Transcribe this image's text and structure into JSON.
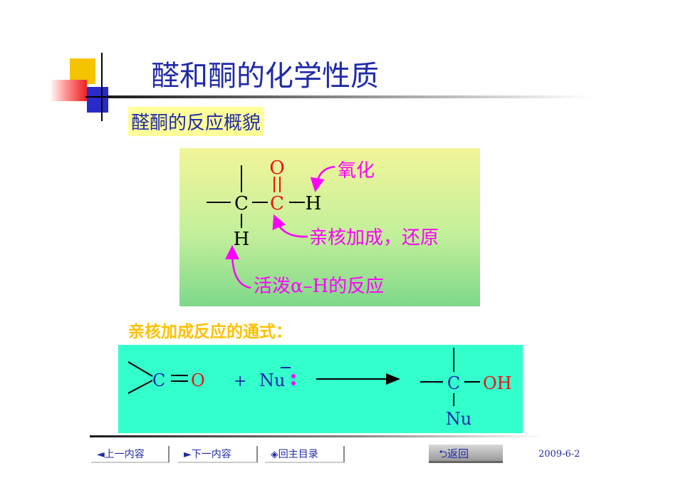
{
  "title": "醛和酮的化学性质",
  "subtitle": "醛酮的反应概貌",
  "scheme": {
    "atoms": {
      "O": "O",
      "C1": "C",
      "C2": "C",
      "H_right": "H",
      "H_bottom": "H"
    },
    "labels": {
      "oxidation": "氧化",
      "nucleophilic": "亲核加成，还原",
      "alpha": "活泼α–H的反应"
    }
  },
  "section_heading": "亲核加成反应的通式：",
  "reaction": {
    "reactant_c": "C",
    "reactant_o": "O",
    "plus": "+",
    "nu": "Nu",
    "product_c": "C",
    "product_oh": "OH",
    "product_nu": "Nu"
  },
  "footer": {
    "prev": "◄上一内容",
    "next": "►下一内容",
    "menu": "◈回主目录",
    "back": "⮌返回",
    "date": "2009-6-2"
  },
  "colors": {
    "title": "#1f2aa8",
    "red": "#ee1111",
    "magenta": "#ff00ff",
    "blue": "#1f2aa8",
    "heading": "#ffc000"
  }
}
